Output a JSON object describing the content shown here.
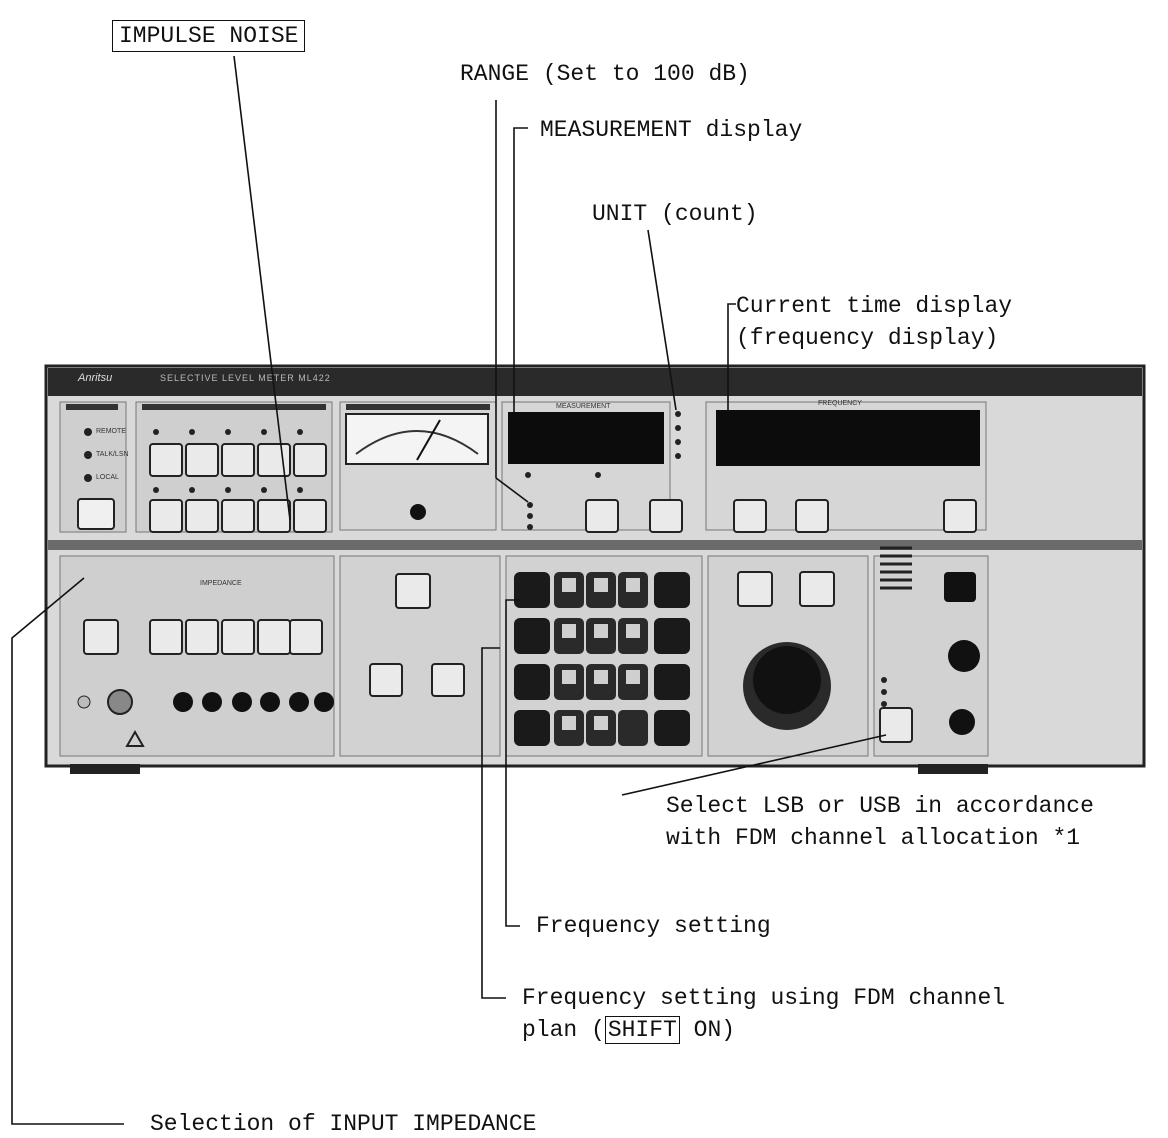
{
  "callouts": {
    "impulse_noise": "IMPULSE NOISE",
    "range": "RANGE (Set to 100 dB)",
    "measurement_display": "MEASUREMENT display",
    "unit_count": "UNIT (count)",
    "current_time_line1": "Current time display",
    "current_time_line2": "(frequency display)",
    "select_lsb_line1": "Select LSB or USB in accordance",
    "select_lsb_line2": "with FDM channel allocation *1",
    "frequency_setting": "Frequency setting",
    "fdm_plan_line1": "Frequency setting using FDM channel",
    "fdm_plan_line2_pre": "plan (",
    "fdm_plan_shift_key": "SHIFT",
    "fdm_plan_line2_post": " ON)",
    "input_impedance": "Selection of INPUT IMPEDANCE"
  },
  "panel": {
    "brand": "Anritsu",
    "model": "SELECTIVE LEVEL METER ML422",
    "measurement_label": "MEASUREMENT",
    "frequency_label": "FREQUENCY",
    "impedance_label": "IMPEDANCE",
    "remote": "REMOTE",
    "talk_listen": "TALK/LSN",
    "local": "LOCAL"
  },
  "colors": {
    "panel_face": "#dcdcdc",
    "panel_dark": "#222222",
    "display": "#0c0c0c",
    "ink": "#111111"
  }
}
